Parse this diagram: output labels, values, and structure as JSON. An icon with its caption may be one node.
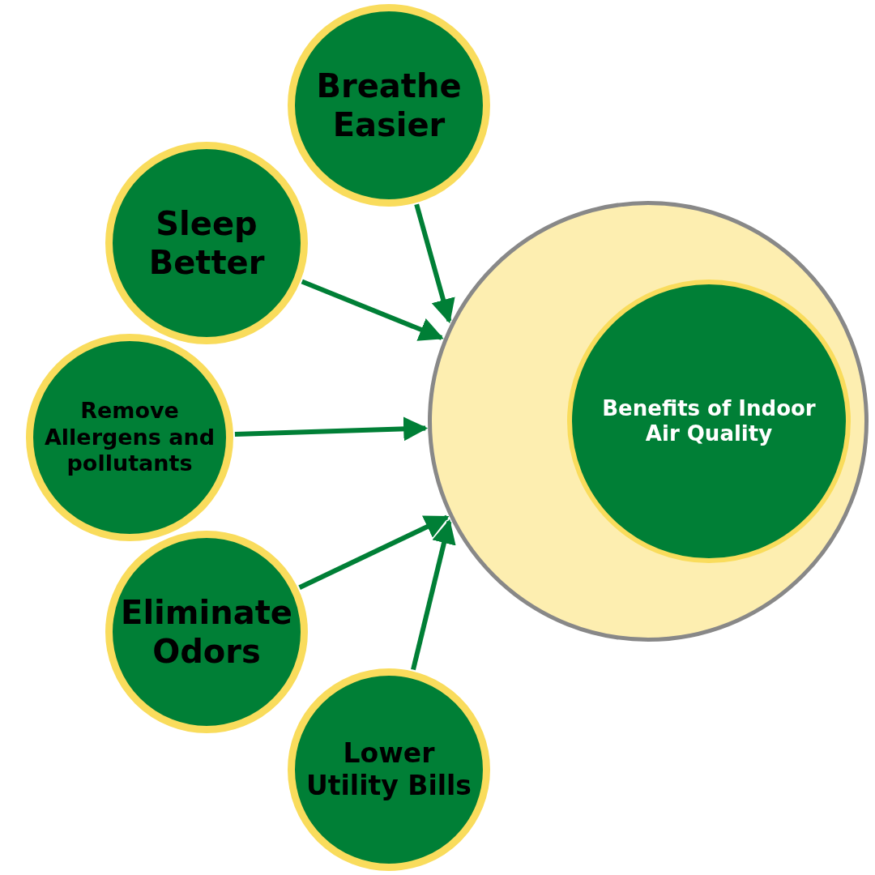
{
  "diagram": {
    "nodes": [
      {
        "text": [
          "Breathe Easier"
        ]
      },
      {
        "text": [
          "Sleep Better"
        ]
      },
      {
        "text": [
          "Remove Allergens and pollutants"
        ]
      },
      {
        "text": [
          "Eliminate Odors"
        ]
      },
      {
        "text": [
          "Lower Utility Bills"
        ]
      },
      {
        "text": [],
        "shape": "circle"
      },
      {
        "text": [
          "Benefits of Indoor Air Quality"
        ],
        "in": 5
      }
    ],
    "edges": [
      {
        "from": 0,
        "to": 5,
        "arrow": "to"
      },
      {
        "from": 1,
        "to": 5,
        "arrow": "to"
      },
      {
        "from": 2,
        "to": 5,
        "arrow": "to"
      },
      {
        "from": 3,
        "to": 5,
        "arrow": "to"
      },
      {
        "from": 4,
        "to": 5,
        "arrow": "to"
      }
    ]
  }
}
